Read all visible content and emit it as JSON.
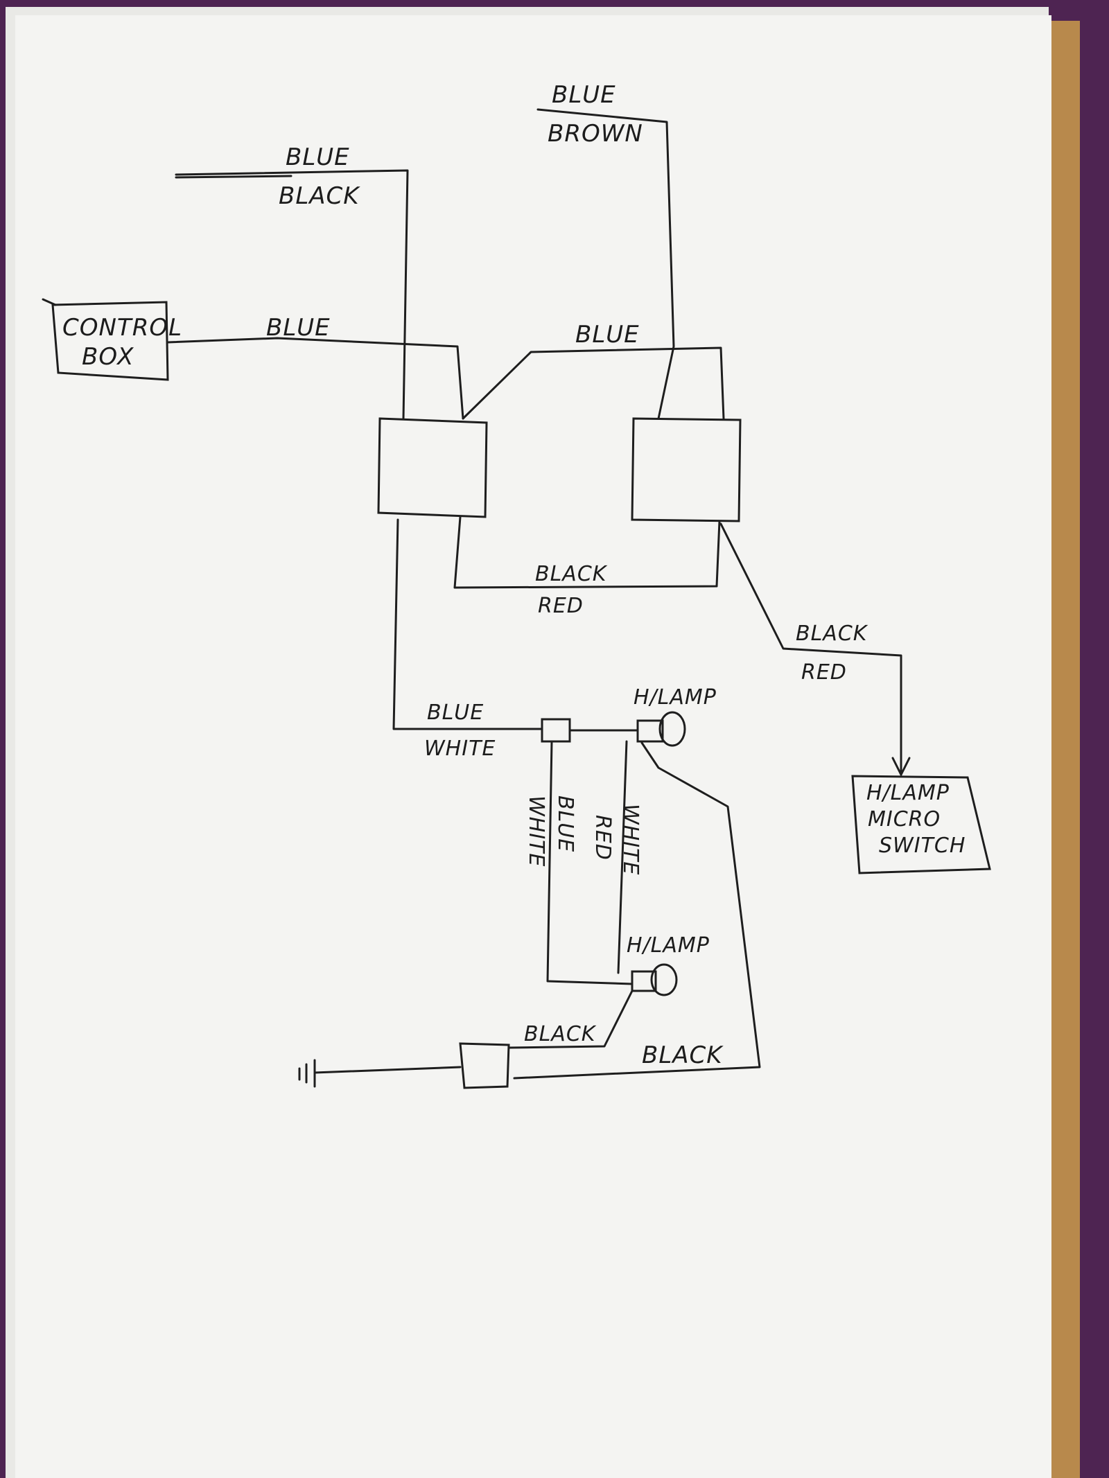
{
  "colors": {
    "paper": "#f4f4f2",
    "ink": "#1e1e1e",
    "backdrop": "#5a2a5e",
    "edge": "#b8894c"
  },
  "components": {
    "control_box": {
      "line1": "CONTROL",
      "line2": "BOX"
    },
    "micro_switch": {
      "line1": "H/LAMP",
      "line2": "MICRO",
      "line3": "SWITCH"
    },
    "headlamp_top": {
      "label": "H/LAMP"
    },
    "headlamp_bottom": {
      "label": "H/LAMP"
    }
  },
  "wire_labels": {
    "left_top_1": "BLUE",
    "left_top_2": "BLACK",
    "right_top_1": "BLUE",
    "right_top_2": "BROWN",
    "control_wire": "BLUE",
    "bridge_wire": "BLUE",
    "mid_black": "BLACK",
    "mid_red": "RED",
    "switch_black": "BLACK",
    "switch_red": "RED",
    "lamp_feed_1": "BLUE",
    "lamp_feed_2": "WHITE",
    "vert_left_1": "BLUE",
    "vert_left_2": "WHITE",
    "vert_right_1": "WHITE",
    "vert_right_2": "RED",
    "ground_black_1": "BLACK",
    "ground_black_2": "BLACK"
  }
}
